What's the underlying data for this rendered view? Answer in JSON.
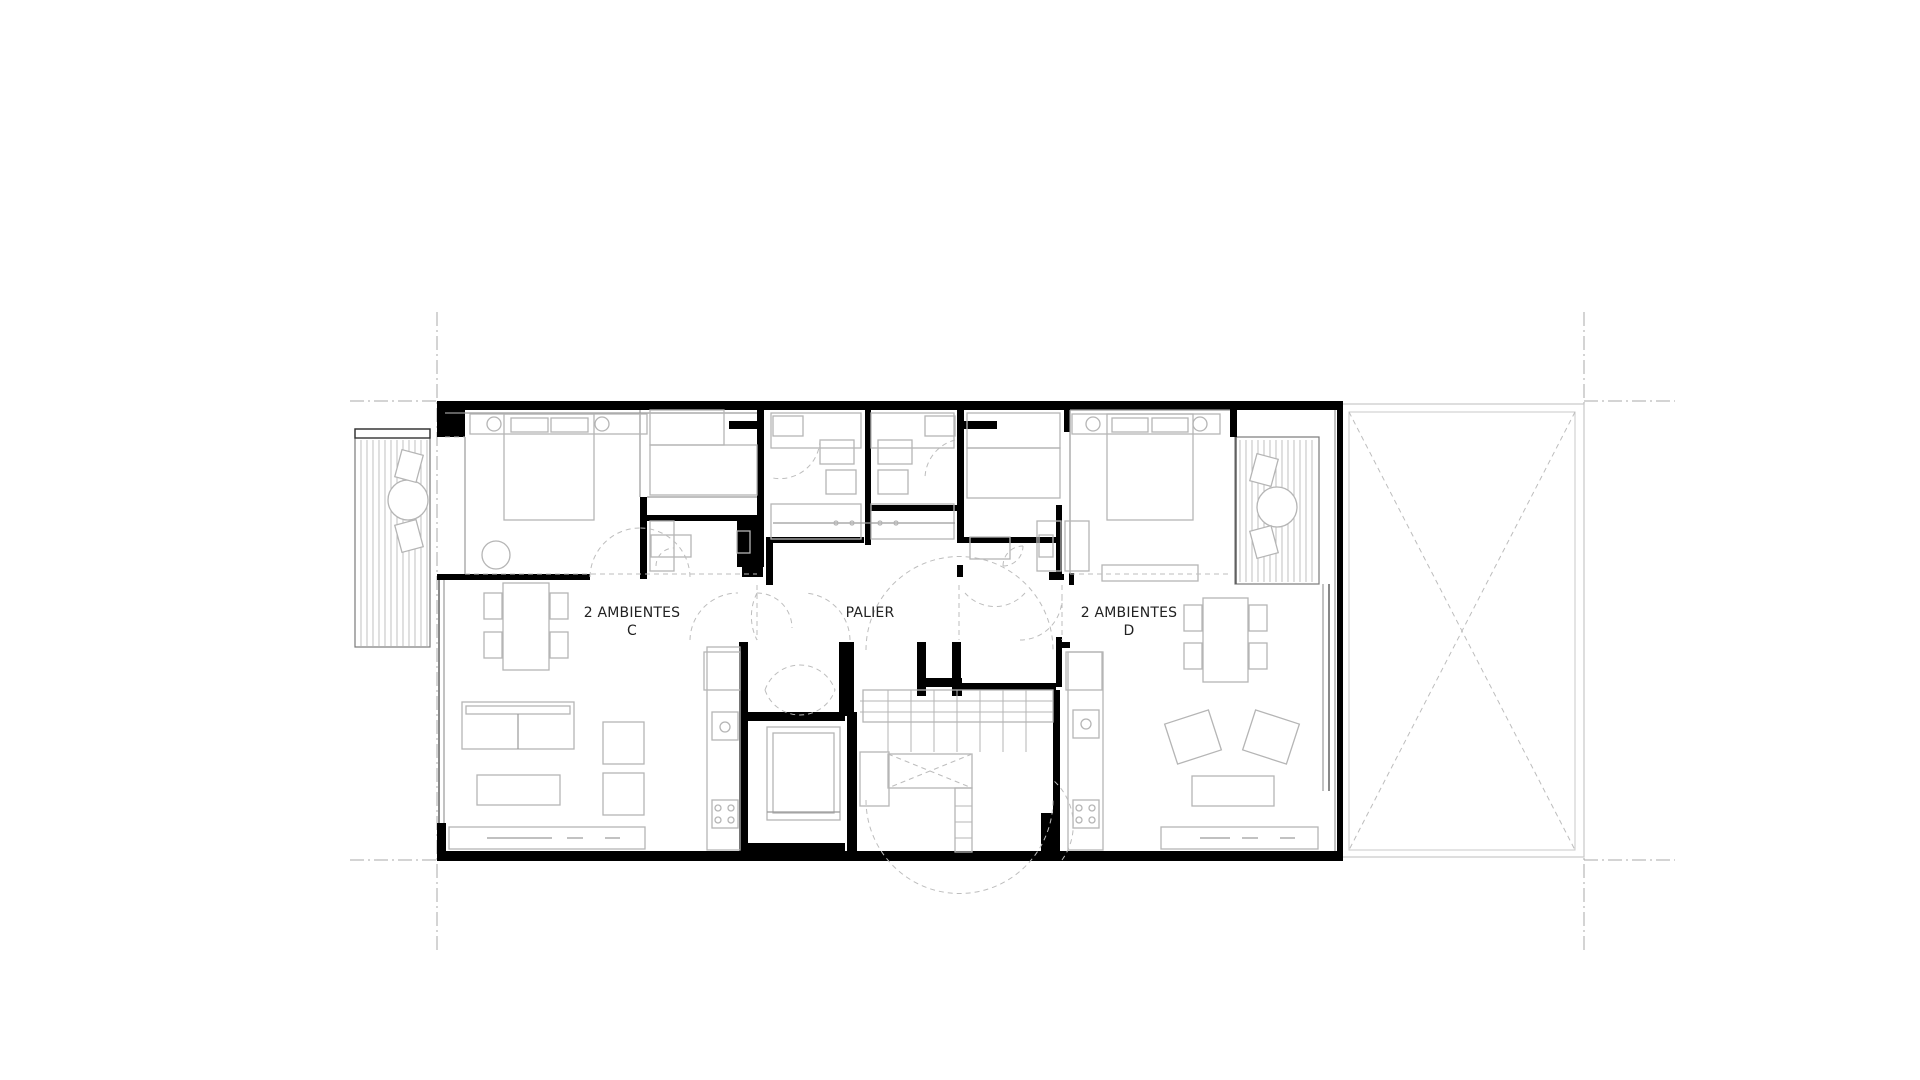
{
  "diagram": {
    "labels": {
      "unit_c_line1": "2 AMBIENTES",
      "unit_c_line2": "C",
      "landing": "PALIER",
      "unit_d_line1": "2 AMBIENTES",
      "unit_d_line2": "D"
    },
    "colors": {
      "walls": "#000000",
      "furniture": "#b5b5b5",
      "axis_lines": "#a8a8a8",
      "text": "#222222"
    }
  }
}
